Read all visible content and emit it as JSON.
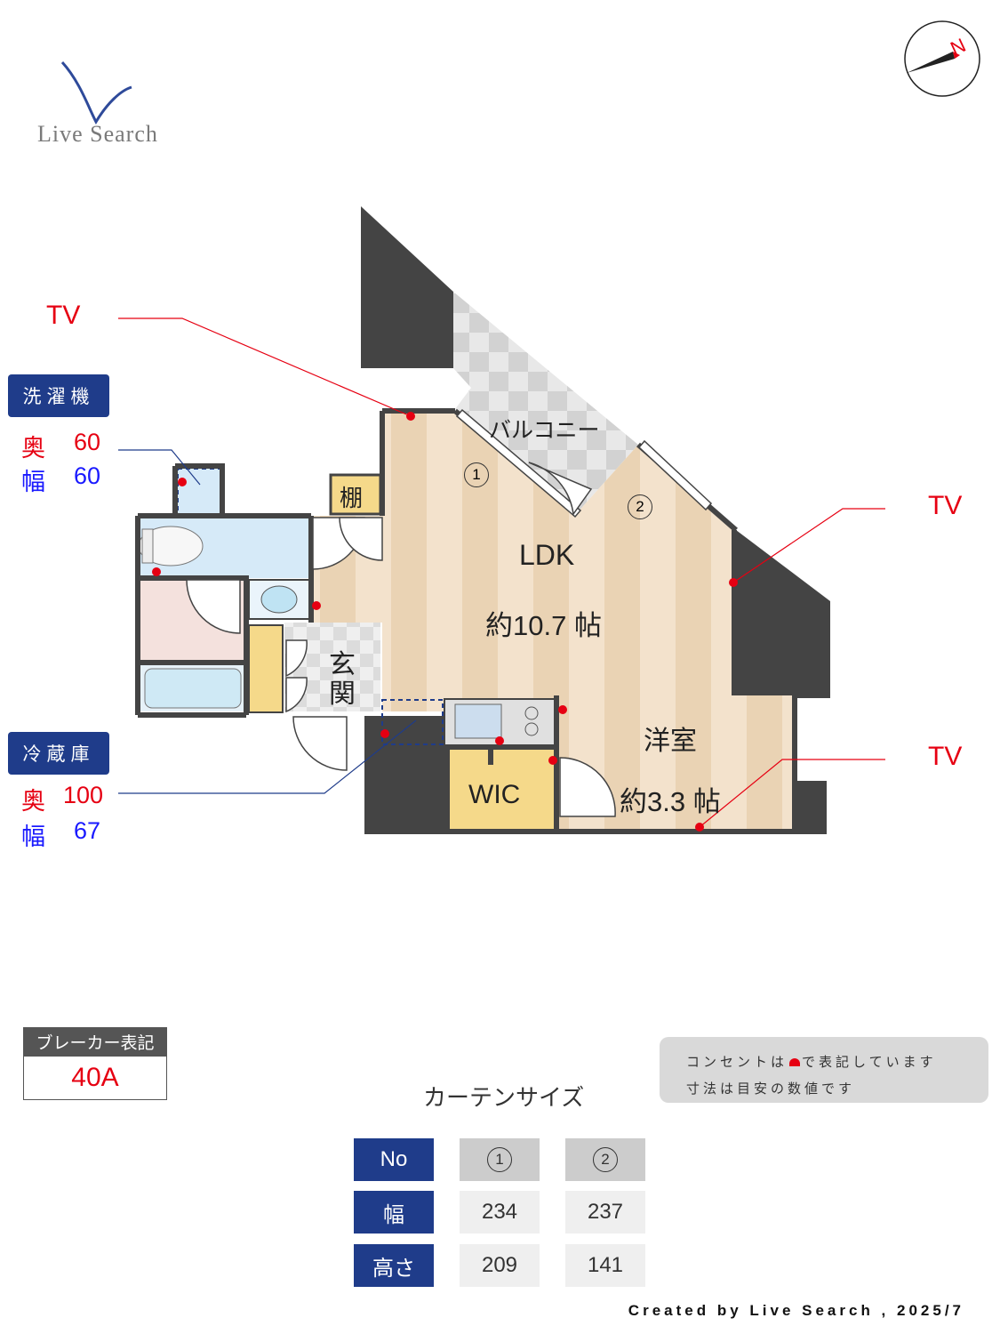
{
  "logo": {
    "text": "Live Search"
  },
  "compass": {
    "letter": "N"
  },
  "labels": {
    "tv_left": "TV",
    "tv_right_top": "TV",
    "tv_right_bottom": "TV"
  },
  "washer": {
    "title": "洗濯機",
    "depth_label": "奥",
    "depth_value": "60",
    "width_label": "幅",
    "width_value": "60"
  },
  "fridge": {
    "title": "冷蔵庫",
    "depth_label": "奥",
    "depth_value": "100",
    "width_label": "幅",
    "width_value": "67"
  },
  "rooms": {
    "balcony": "バルコニー",
    "shelf": "棚",
    "ldk": "LDK",
    "ldk_size": "約10.7 帖",
    "entrance_1": "玄",
    "entrance_2": "関",
    "western": "洋室",
    "western_size": "約3.3 帖",
    "wic": "WIC",
    "window_1": "1",
    "window_2": "2"
  },
  "breaker": {
    "title": "ブレーカー表記",
    "value": "40A"
  },
  "note": {
    "line1_a": "コンセントは",
    "line1_b": "で表記しています",
    "line2": "寸法は目安の数値です"
  },
  "curtain": {
    "title": "カーテンサイズ",
    "header_no": "No",
    "header_width": "幅",
    "header_height": "高さ",
    "col1": {
      "no": "1",
      "width": "234",
      "height": "209"
    },
    "col2": {
      "no": "2",
      "width": "237",
      "height": "141"
    }
  },
  "credit": "Created by Live Search , 2025/7",
  "colors": {
    "navy": "#1f3c8a",
    "red": "#e60012",
    "wall": "#444444",
    "floor": "#f0dcc2"
  }
}
